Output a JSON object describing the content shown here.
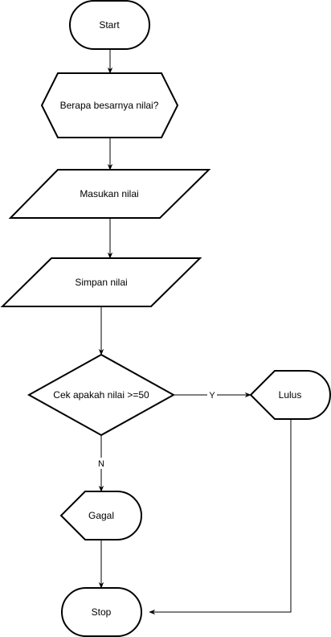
{
  "nodes": {
    "start": "Start",
    "question": "Berapa besarnya nilai?",
    "input": "Masukan nilai",
    "store": "Simpan nilai",
    "decision": "Cek apakah nilai >=50",
    "pass": "Lulus",
    "fail": "Gagal",
    "stop": "Stop"
  },
  "edges": {
    "yes_label": "Y",
    "no_label": "N"
  }
}
